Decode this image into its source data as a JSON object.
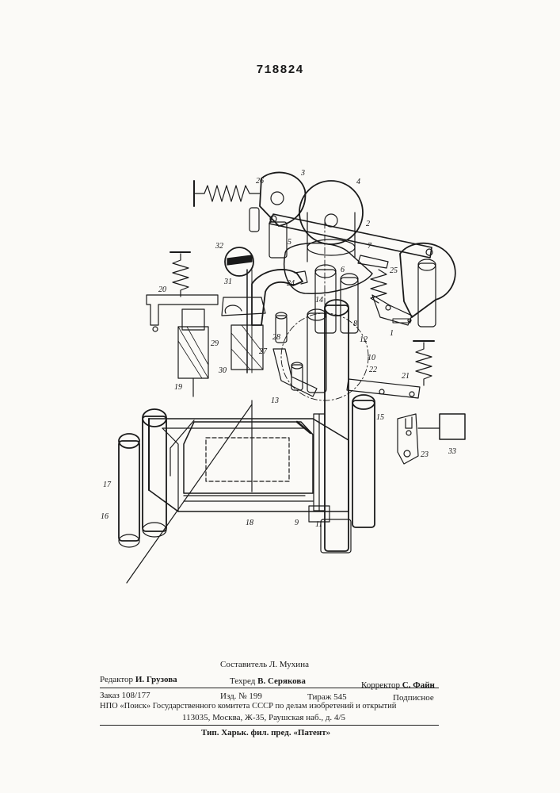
{
  "patent_number": "718824",
  "figure_labels": [
    "1",
    "2",
    "3",
    "4",
    "5",
    "6",
    "7",
    "8",
    "9",
    "10",
    "11",
    "12",
    "13",
    "14",
    "15",
    "16",
    "17",
    "18",
    "19",
    "20",
    "21",
    "22",
    "23",
    "24",
    "25",
    "26",
    "27",
    "28",
    "29",
    "30",
    "31",
    "32",
    "33"
  ],
  "colophon": {
    "compiler": "Составитель Л. Мухина",
    "editor_label": "Редактор",
    "editor_name": "И. Грузова",
    "techred_label": "Техред",
    "techred_name": "В. Серякова",
    "corrector_label": "Корректор",
    "corrector_name": "С. Файн",
    "order": "Заказ 108/177",
    "edition": "Изд. № 199",
    "circulation": "Тираж 545",
    "subscription": "Подписное",
    "org_line": "НПО «Поиск» Государственного комитета СССР по делам изобретений и открытий",
    "address": "113035, Москва, Ж-35, Раушская наб., д. 4/5",
    "printer": "Тип. Харьк. фил. пред. «Патент»"
  }
}
